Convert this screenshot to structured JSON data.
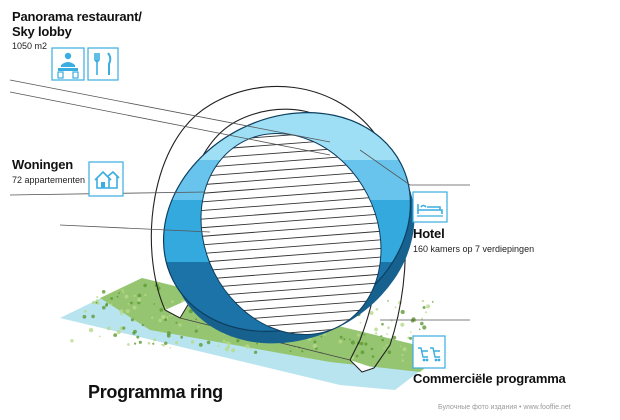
{
  "labels": {
    "panorama_title_1": "Panorama restaurant/",
    "panorama_title_2": "Sky lobby",
    "panorama_sub": "1050 m2",
    "woningen_title": "Woningen",
    "woningen_sub": "72 appartementen",
    "hotel_title": "Hotel",
    "hotel_sub": "160 kamers op 7 verdiepingen",
    "commercieel_title": "Commerciële programma",
    "main_title": "Programma ring",
    "watermark": "Булочные фото издания • www.fooffie.net"
  },
  "icons": {
    "panorama": [
      "lobby-icon",
      "restaurant-icon"
    ],
    "woningen": "houses-icon",
    "hotel": "hotel-bed-icon",
    "commercieel": "shopping-icon"
  },
  "colors": {
    "ring_light": "#9fdff5",
    "ring_mid": "#33a9dd",
    "ring_deep": "#1c73a8",
    "icon_stroke": "#3aaee0",
    "grass": "#8fbf5a",
    "water": "#b8e4ef"
  }
}
